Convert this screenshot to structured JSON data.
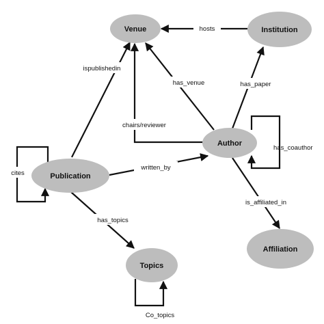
{
  "nodes": {
    "venue": "Venue",
    "institution": "Institution",
    "author": "Author",
    "publication": "Publication",
    "affiliation": "Affiliation",
    "topics": "Topics"
  },
  "edges": {
    "hosts": "hosts",
    "ispublishedin": "ispublishedin",
    "has_venue": "has_venue",
    "has_paper": "has_paper",
    "chairs_reviewer": "chairs/reviewer",
    "has_coauthor": "has_coauthor",
    "cites": "cites",
    "written_by": "written_by",
    "is_affiliated_in": "is_affiliated_in",
    "has_topics": "has_topics",
    "co_topics": "Co_topics"
  },
  "colors": {
    "node_fill": "#bdbdbd",
    "edge": "#111111",
    "background": "#ffffff"
  }
}
